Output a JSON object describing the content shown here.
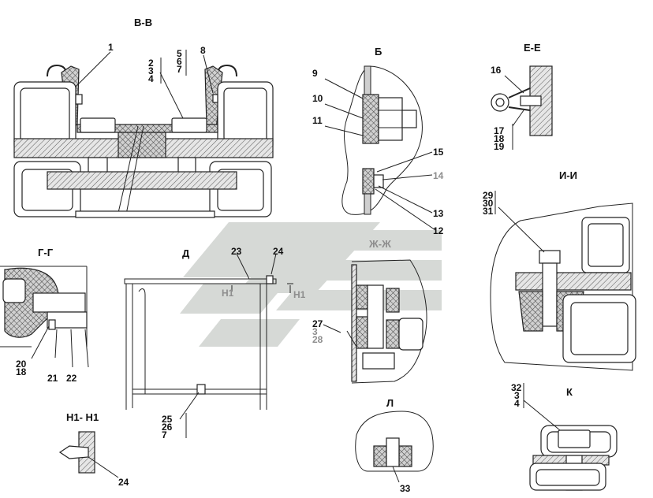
{
  "views": {
    "vv": {
      "title": "В-В",
      "labels": [
        "1",
        "2",
        "3",
        "4",
        "5",
        "6",
        "7",
        "8"
      ]
    },
    "b": {
      "title": "Б",
      "labels": [
        "9",
        "10",
        "11",
        "15",
        "14",
        "13",
        "12"
      ]
    },
    "ee": {
      "title": "Е-Е",
      "labels": [
        "16",
        "17",
        "18",
        "19"
      ]
    },
    "ii": {
      "title": "И-И",
      "labels": [
        "29",
        "30",
        "31"
      ]
    },
    "gg": {
      "title": "Г-Г",
      "labels": [
        "20",
        "18",
        "21",
        "22"
      ]
    },
    "d": {
      "title": "Д",
      "labels": [
        "23",
        "24",
        "H1",
        "H1",
        "25",
        "26",
        "7"
      ]
    },
    "zz": {
      "title": "Ж-Ж",
      "labels": [
        "27",
        "3",
        "28"
      ]
    },
    "k": {
      "title": "К",
      "labels": [
        "32",
        "3",
        "4"
      ]
    },
    "l": {
      "title": "Л",
      "labels": [
        "33"
      ]
    },
    "h1": {
      "title": "H1- H1",
      "labels": [
        "24"
      ]
    }
  },
  "colors": {
    "line": "#222222",
    "watermark": "#d6d9d6",
    "hatch_fill": "#cfcfcf"
  }
}
